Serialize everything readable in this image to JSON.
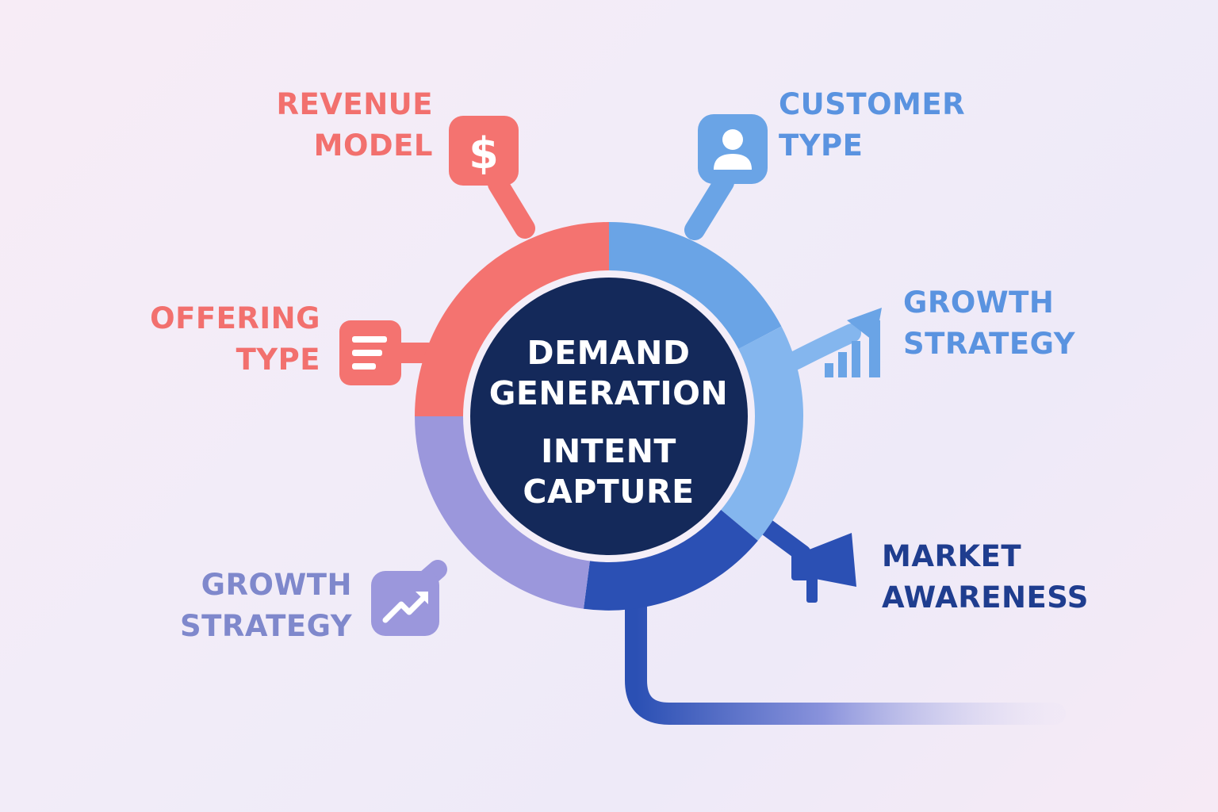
{
  "center": {
    "line1": "DEMAND",
    "line2": "GENERATION",
    "line3": "INTENT",
    "line4": "CAPTURE"
  },
  "nodes": {
    "revenue_model": {
      "line1": "REVENUE",
      "line2": "MODEL",
      "icon": "dollar-icon",
      "color": "#f2706e"
    },
    "offering_type": {
      "line1": "OFFERING",
      "line2": "TYPE",
      "icon": "document-lines-icon",
      "color": "#f2706e"
    },
    "customer_type": {
      "line1": "CUSTOMER",
      "line2": "TYPE",
      "icon": "user-icon",
      "color": "#5a93e0"
    },
    "growth_strategy_right": {
      "line1": "GROWTH",
      "line2": "STRATEGY",
      "icon": "bar-chart-arrow-icon",
      "color": "#5a93e0"
    },
    "market_awareness": {
      "line1": "MARKET",
      "line2": "AWARENESS",
      "icon": "megaphone-icon",
      "color": "#1f3d8f"
    },
    "growth_strategy_left": {
      "line1": "GROWTH",
      "line2": "STRATEGY",
      "icon": "trend-arrow-icon",
      "color": "#7f88cc"
    }
  },
  "colors": {
    "ring_red": "#f47370",
    "ring_light_blue": "#6aa4e6",
    "ring_lighter_blue": "#84b6ee",
    "ring_dark_blue": "#2b50b4",
    "ring_purple": "#9b97dc",
    "center_navy": "#14295a"
  }
}
